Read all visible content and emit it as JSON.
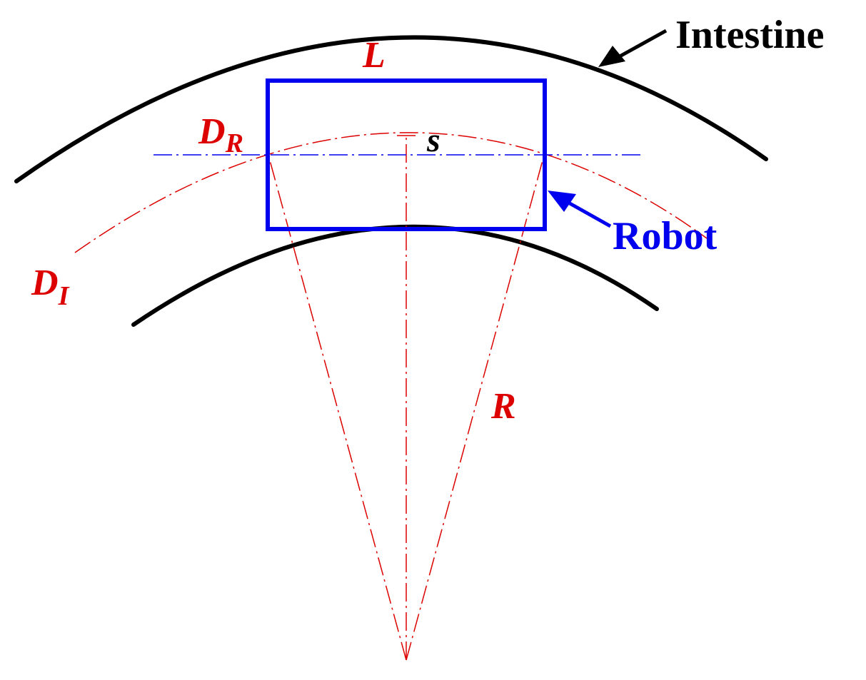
{
  "labels": {
    "intestine": "Intestine",
    "robot": "Robot",
    "length": "L",
    "robot_diameter": {
      "main": "D",
      "sub": "R"
    },
    "intestine_diameter": {
      "main": "D",
      "sub": "I"
    },
    "offset": "s",
    "radius": "R"
  },
  "colors": {
    "intestine_wall": "#000000",
    "robot": "#0000ee",
    "annotation": "#dd0000",
    "robot_centerline": "#0000ee",
    "offset_label": "#000000"
  }
}
